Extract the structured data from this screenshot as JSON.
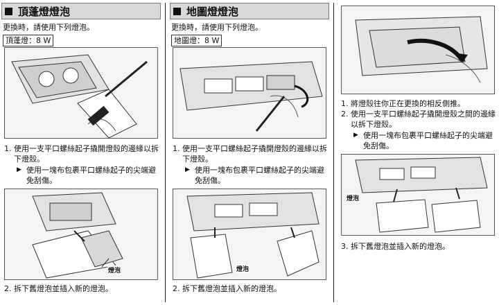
{
  "ceiling": {
    "title": "頂蓬燈燈泡",
    "hint": "更換時，請使用下列燈泡。",
    "bulb": "頂蓬燈：8 W",
    "step1_num": "1.",
    "step1": "使用一支平口螺絲起子撬開燈殼的邊緣以拆下燈殼。",
    "step1_sub": "使用一塊布包裹平口螺絲起子的尖端避免刮傷。",
    "fig2_label": "燈泡",
    "step2_num": "2.",
    "step2": "拆下舊燈泡並插入新的燈泡。"
  },
  "map": {
    "title": "地圖燈燈泡",
    "hint": "更換時，請使用下列燈泡。",
    "bulb": "地圖燈：8 W",
    "step1_num": "1.",
    "step1": "使用一支平口螺絲起子撬開燈殼的邊緣以拆下燈殼。",
    "step1_sub": "使用一塊布包裹平口螺絲起子的尖端避免刮傷。",
    "fig2_label": "燈泡",
    "step2_num": "2.",
    "step2": "拆下舊燈泡並插入新的燈泡。"
  },
  "right": {
    "step1_num": "1.",
    "step1": "將燈殼往你正在更換的相反側推。",
    "step2_num": "2.",
    "step2": "使用一支平口螺絲起子撬開燈殼之間的邊緣以拆下燈殼。",
    "step2_sub": "使用一塊布包裹平口螺絲起子的尖端避免刮傷。",
    "fig2_label": "燈泡",
    "step3_num": "3.",
    "step3": "拆下舊燈泡並插入新的燈泡。"
  },
  "icons": {
    "bullet": "right-triangle-bullet-icon",
    "square": "black-square-icon"
  }
}
